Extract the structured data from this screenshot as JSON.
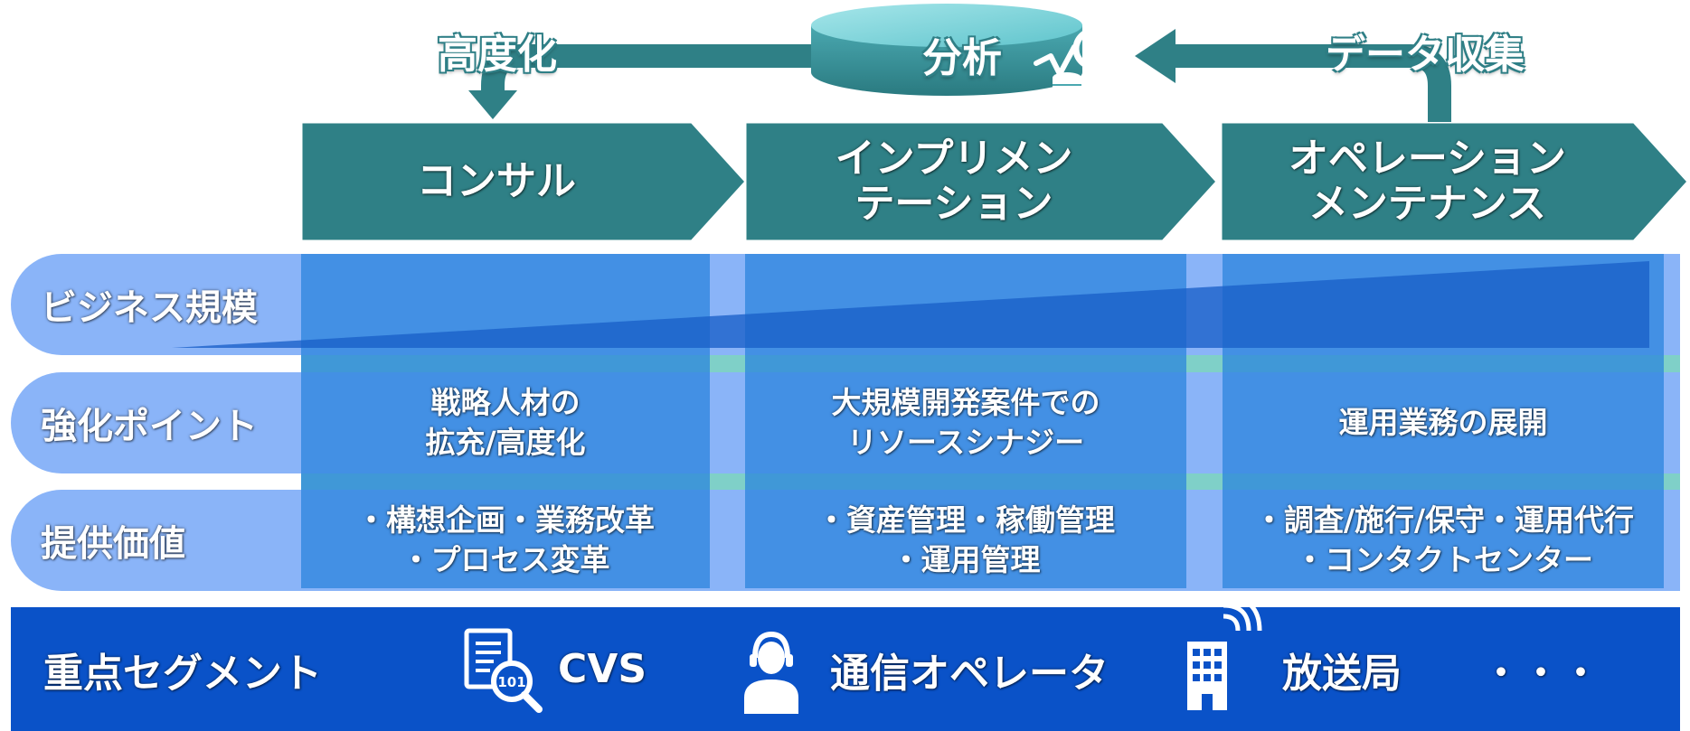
{
  "top_flow": {
    "left_label": "高度化",
    "center_label": "分析",
    "right_label": "データ収集"
  },
  "phases": [
    {
      "lines": [
        "コンサル"
      ]
    },
    {
      "lines": [
        "インプリメン",
        "テーション"
      ]
    },
    {
      "lines": [
        "オペレーション",
        "メンテナンス"
      ]
    }
  ],
  "rows": {
    "business_scale": {
      "title": "ビジネス規模"
    },
    "focus_points": {
      "title": "強化ポイント",
      "cells": [
        [
          "戦略人材の",
          "拡充/高度化"
        ],
        [
          "大規模開発案件での",
          "リソースシナジー"
        ],
        [
          "運用業務の展開"
        ]
      ]
    },
    "value": {
      "title": "提供価値",
      "cells": [
        [
          "・構想企画・業務改革",
          "・プロセス変革"
        ],
        [
          "・資産管理・稼働管理",
          "・運用管理"
        ],
        [
          "・調査/施行/保守・運用代行",
          "・コンタクトセンター"
        ]
      ]
    }
  },
  "segments": {
    "title": "重点セグメント",
    "items": [
      {
        "label": "CVS",
        "icon": "document-search-icon"
      },
      {
        "label": "通信オペレータ",
        "icon": "operator-headset-icon"
      },
      {
        "label": "放送局",
        "icon": "broadcast-building-icon"
      }
    ],
    "more": "・・・"
  },
  "colors": {
    "teal": "#2f8086",
    "teal_light": "#5fc4cc",
    "light_blue": "#8ab4f8",
    "mid_blue": "#2882dc",
    "deep_blue": "#0a52c8"
  }
}
